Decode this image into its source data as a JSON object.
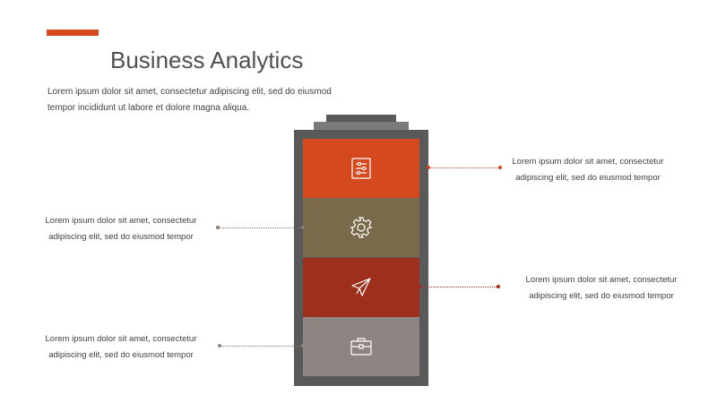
{
  "slide": {
    "title": "Business Analytics",
    "intro_lines": [
      "Lorem ipsum dolor sit amet, consectetur adipiscing elit, sed do eiusmod",
      "tempor incididunt ut labore et dolore magna aliqua."
    ]
  },
  "colors": {
    "accent": "#d44a1e",
    "battery_frame": "#595959",
    "battery_cap": "#7a7a7a",
    "segment_1": "#d44a1e",
    "segment_2": "#7a6a4c",
    "segment_3": "#9e2f1c",
    "segment_4": "#8e8481",
    "connector": "#8a7a6a"
  },
  "segments": [
    {
      "icon": "sliders-icon",
      "callout_side": "right",
      "callout": [
        "Lorem ipsum dolor sit amet, consectetur",
        "adipiscing elit, sed do eiusmod tempor"
      ]
    },
    {
      "icon": "gear-icon",
      "callout_side": "left",
      "callout": [
        "Lorem ipsum dolor sit amet, consectetur",
        "adipiscing elit, sed do eiusmod tempor"
      ]
    },
    {
      "icon": "paper-plane-icon",
      "callout_side": "right",
      "callout": [
        "Lorem ipsum dolor sit amet, consectetur",
        "adipiscing elit, sed do eiusmod tempor"
      ]
    },
    {
      "icon": "briefcase-icon",
      "callout_side": "left",
      "callout": [
        "Lorem ipsum dolor sit amet, consectetur",
        "adipiscing elit, sed do eiusmod tempor"
      ]
    }
  ]
}
